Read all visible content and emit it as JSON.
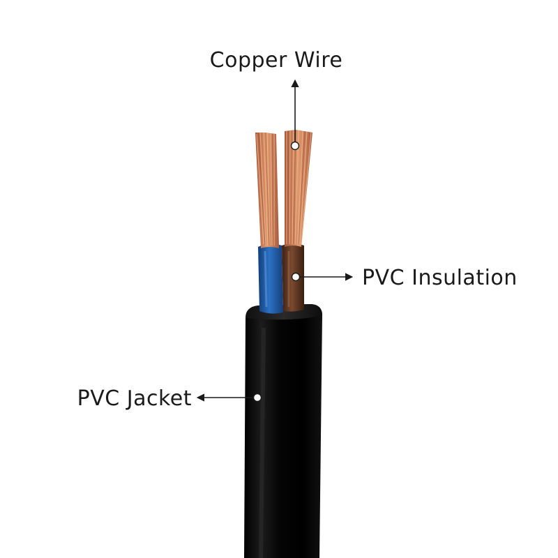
{
  "labels": {
    "copper_wire": "Copper Wire",
    "pvc_insulation": "PVC Insulation",
    "pvc_jacket": "PVC Jacket"
  },
  "colors": {
    "background": "#ffffff",
    "jacket": "#0b0b0b",
    "insulation_blue": "#1f5fae",
    "insulation_brown": "#5a3320",
    "copper": "#c9784a",
    "label_text": "#1a1a1a"
  }
}
